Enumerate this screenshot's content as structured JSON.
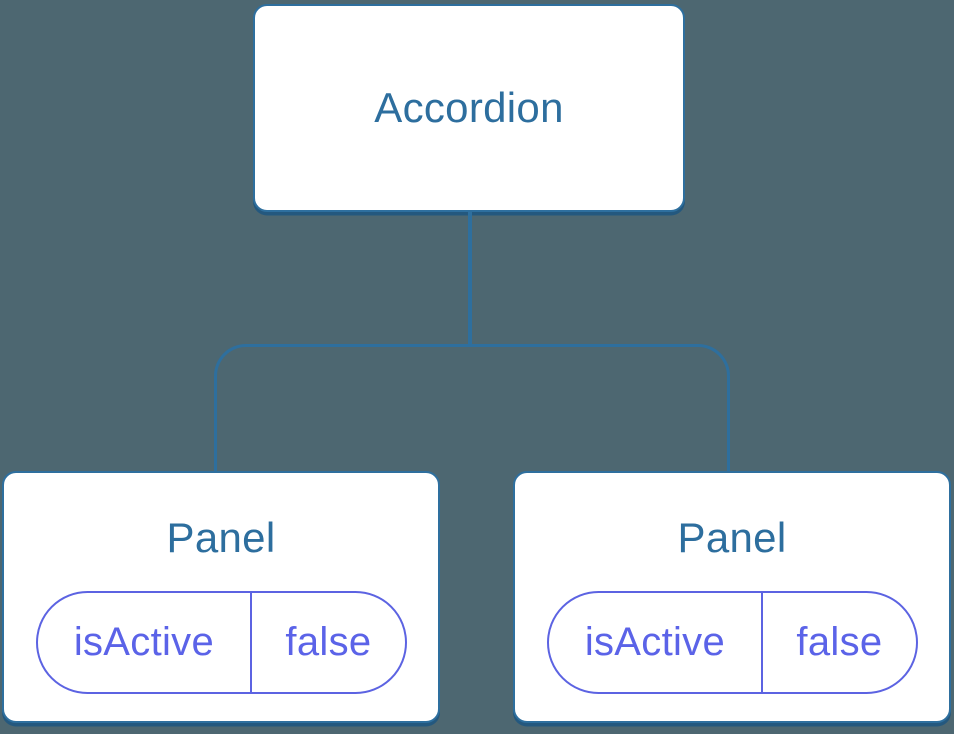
{
  "diagram": {
    "type": "component-tree",
    "background_color": "#4d6771",
    "colors": {
      "node_background": "#ffffff",
      "node_border": "#2e6f9e",
      "node_text": "#2d6e9e",
      "connector": "#2e6f9e",
      "pill_border": "#5c63e2",
      "pill_text": "#5b63e8"
    },
    "root": {
      "label": "Accordion"
    },
    "children": [
      {
        "label": "Panel",
        "state": {
          "key": "isActive",
          "value": "false"
        }
      },
      {
        "label": "Panel",
        "state": {
          "key": "isActive",
          "value": "false"
        }
      }
    ]
  }
}
